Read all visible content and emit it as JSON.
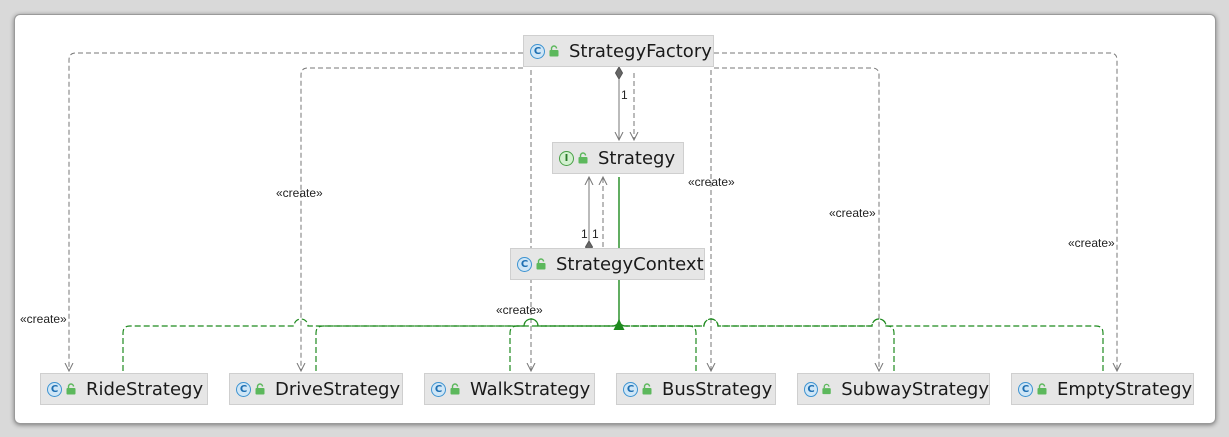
{
  "nodes": {
    "factory": {
      "label": "StrategyFactory",
      "kind": "class"
    },
    "strategy": {
      "label": "Strategy",
      "kind": "interface"
    },
    "context": {
      "label": "StrategyContext",
      "kind": "class"
    },
    "ride": {
      "label": "RideStrategy",
      "kind": "class"
    },
    "drive": {
      "label": "DriveStrategy",
      "kind": "class"
    },
    "walk": {
      "label": "WalkStrategy",
      "kind": "class"
    },
    "bus": {
      "label": "BusStrategy",
      "kind": "class"
    },
    "subway": {
      "label": "SubwayStrategy",
      "kind": "class"
    },
    "empty": {
      "label": "EmptyStrategy",
      "kind": "class"
    }
  },
  "badges": {
    "class": "C",
    "interface": "I"
  },
  "edge_labels": {
    "create_ride": "«create»",
    "create_drive": "«create»",
    "create_walk": "«create»",
    "create_bus": "«create»",
    "create_subway": "«create»",
    "create_empty": "«create»",
    "mult_factory": "1",
    "mult_context_left": "1",
    "mult_context_right": "1"
  },
  "colors": {
    "dependency": "#777777",
    "realization": "#1e8a1e",
    "class_badge": "#3d93d1",
    "interface_badge": "#48a046"
  },
  "icons": {
    "visibility": "lock-icon"
  }
}
